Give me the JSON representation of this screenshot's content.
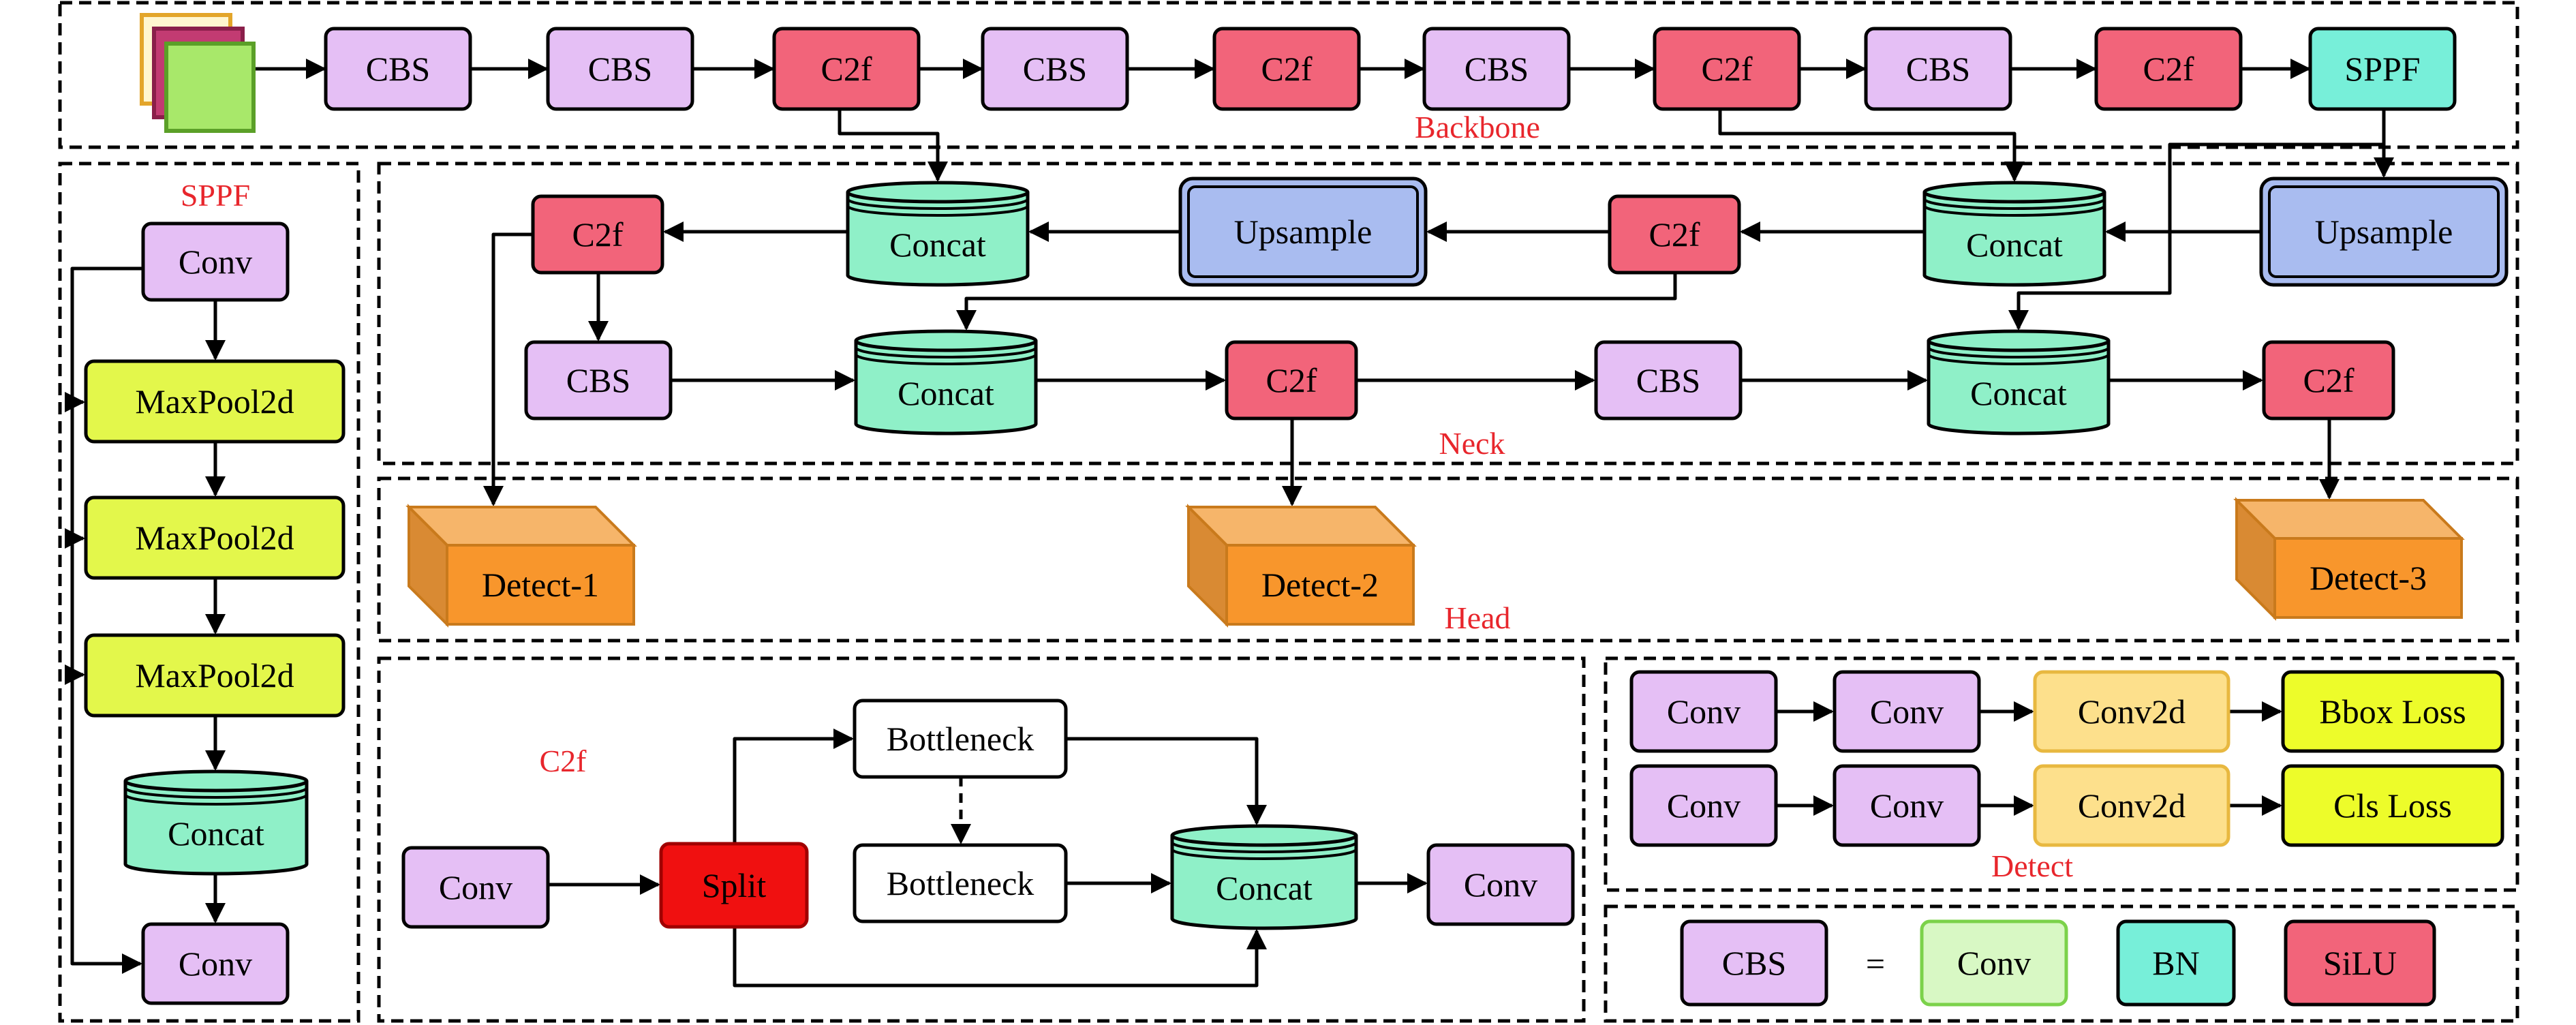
{
  "colors": {
    "cbs": "#e5bff5",
    "c2f": "#f2647a",
    "sppf": "#77efd9",
    "concat": "#8ff0c8",
    "upsample": "#a9bcf0",
    "maxpool": "#e3f74b",
    "detect": "#f8962c",
    "conv2d": "#fde08c",
    "loss": "#edfc2a",
    "split": "#f01010",
    "conv_green": "#d8f8c4",
    "bn": "#77efd9",
    "silu": "#f2647a"
  },
  "sections": {
    "backbone": "Backbone",
    "neck": "Neck",
    "head": "Head",
    "sppf": "SPPF",
    "c2f": "C2f",
    "detect": "Detect"
  },
  "labels": {
    "cbs": "CBS",
    "c2f": "C2f",
    "sppf": "SPPF",
    "concat": "Concat",
    "upsample": "Upsample",
    "conv": "Conv",
    "maxpool": "MaxPool2d",
    "detect1": "Detect-1",
    "detect2": "Detect-2",
    "detect3": "Detect-3",
    "split": "Split",
    "bottleneck": "Bottleneck",
    "conv2d": "Conv2d",
    "bbox_loss": "Bbox Loss",
    "cls_loss": "Cls Loss",
    "bn": "BN",
    "silu": "SiLU",
    "equals": "="
  }
}
